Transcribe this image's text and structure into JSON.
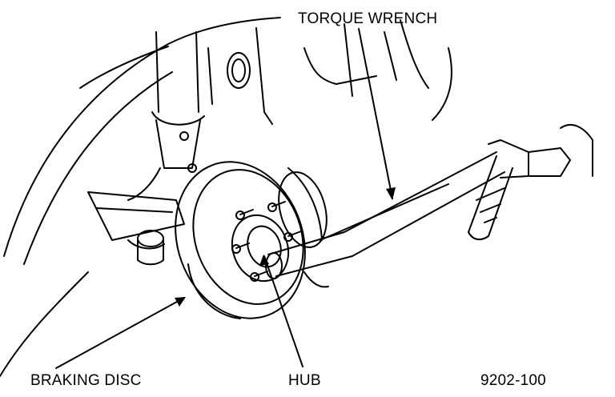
{
  "labels": {
    "torque_wrench": "TORQUE WRENCH",
    "braking_disc": "BRAKING DISC",
    "hub": "HUB",
    "figure_number": "9202-100"
  },
  "colors": {
    "ink": "#000000",
    "paper": "#ffffff"
  }
}
